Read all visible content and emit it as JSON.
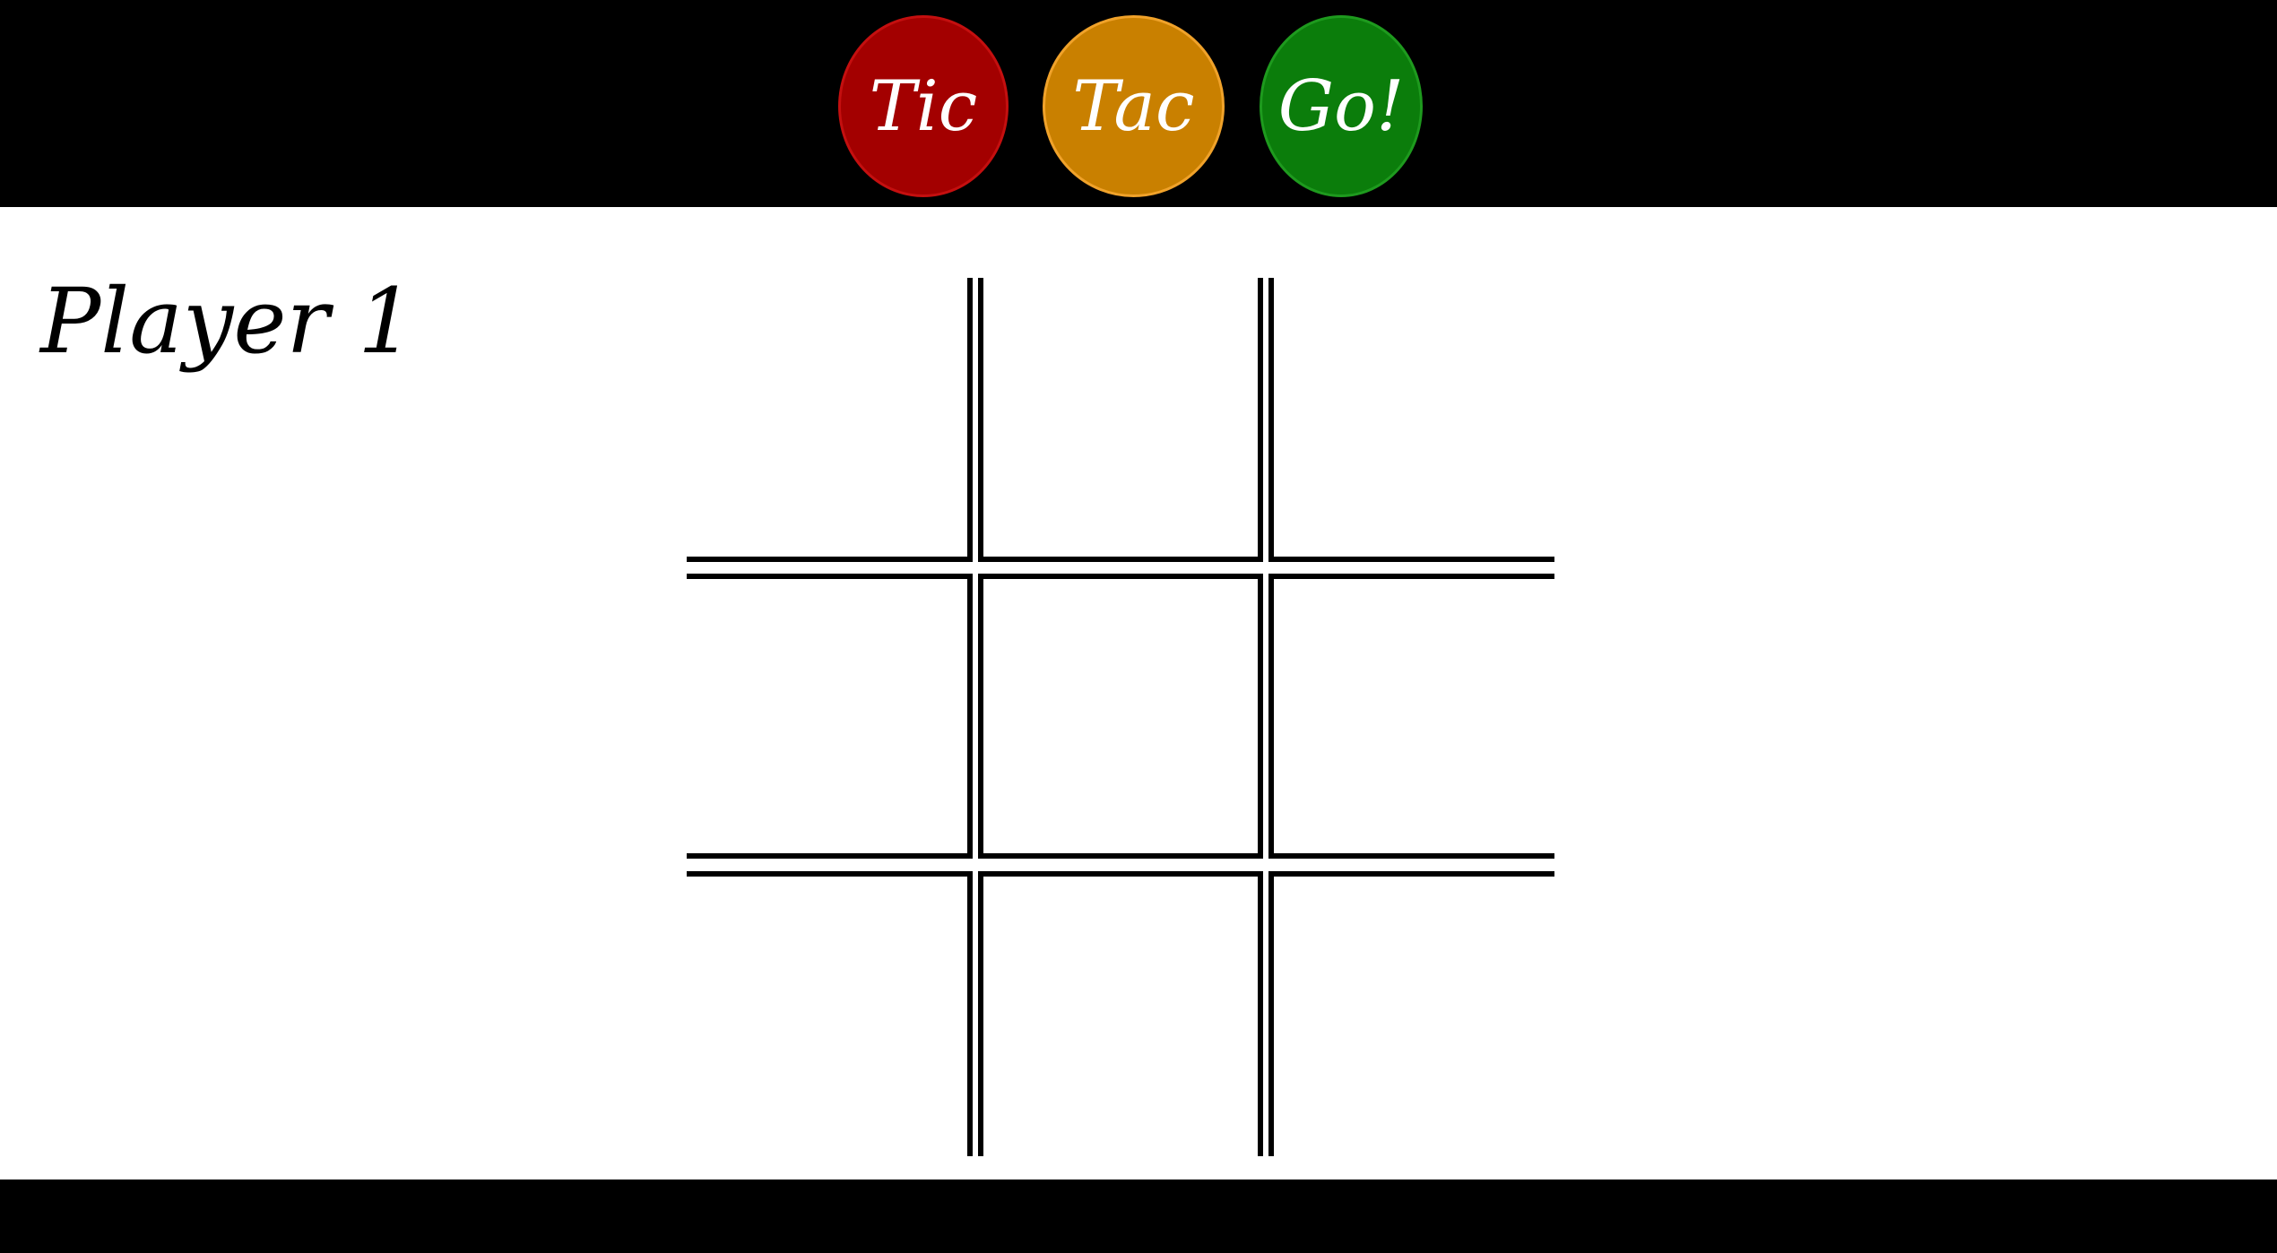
{
  "header": {
    "buttons": [
      {
        "label": "Tic",
        "color": "#a30000",
        "border": "#c40f0f"
      },
      {
        "label": "Tac",
        "color": "#c98000",
        "border": "#f0a22a"
      },
      {
        "label": "Go!",
        "color": "#0b7d0b",
        "border": "#1e9a1e"
      }
    ]
  },
  "game": {
    "current_player": "Player 1",
    "board": [
      [
        "",
        "",
        ""
      ],
      [
        "",
        "",
        ""
      ],
      [
        "",
        "",
        ""
      ]
    ]
  },
  "colors": {
    "header_bg": "#000000",
    "page_bg": "#ffffff",
    "line": "#000000"
  }
}
